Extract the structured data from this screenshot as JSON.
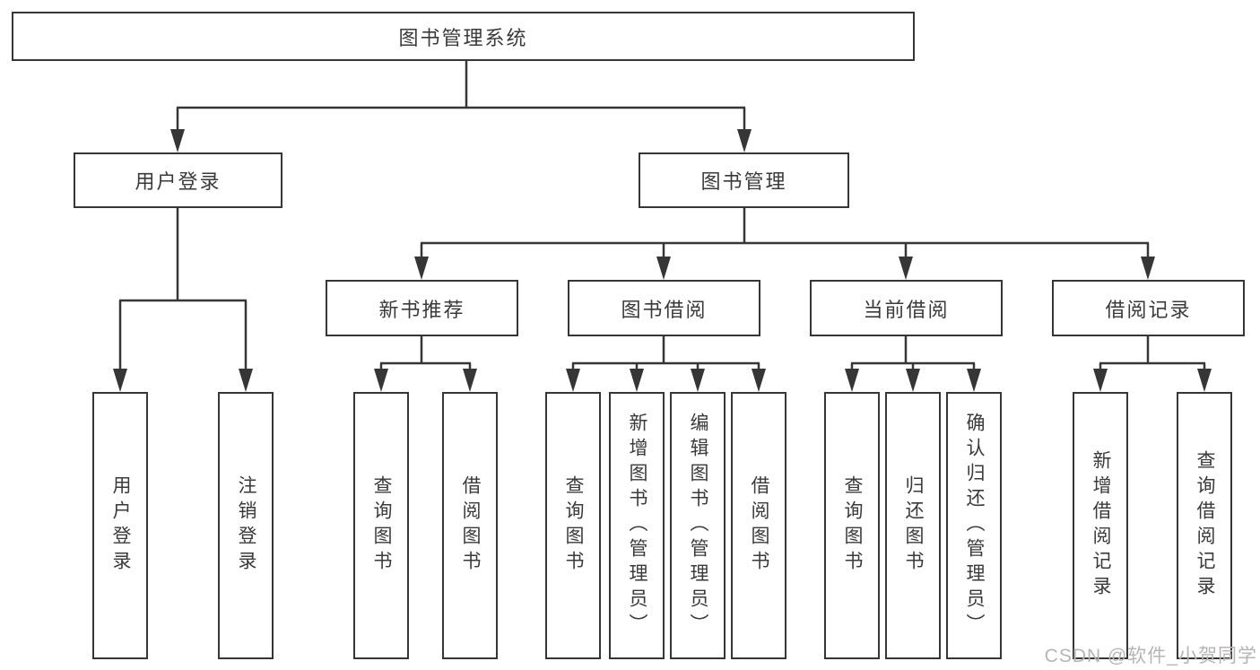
{
  "tree": {
    "root": "图书管理系统",
    "branches": [
      {
        "label": "用户登录",
        "children": [
          {
            "label": "用户登录"
          },
          {
            "label": "注销登录"
          }
        ]
      },
      {
        "label": "图书管理",
        "children": [
          {
            "label": "新书推荐",
            "children": [
              {
                "label": "查询图书"
              },
              {
                "label": "借阅图书"
              }
            ]
          },
          {
            "label": "图书借阅",
            "children": [
              {
                "label": "查询图书"
              },
              {
                "label": "新增图书（管理员）"
              },
              {
                "label": "编辑图书（管理员）"
              },
              {
                "label": "借阅图书"
              }
            ]
          },
          {
            "label": "当前借阅",
            "children": [
              {
                "label": "查询图书"
              },
              {
                "label": "归还图书"
              },
              {
                "label": "确认归还（管理员）"
              }
            ]
          },
          {
            "label": "借阅记录",
            "children": [
              {
                "label": "新增借阅记录"
              },
              {
                "label": "查询借阅记录"
              }
            ]
          }
        ]
      }
    ]
  },
  "watermark": {
    "text": "CSDN @软件_小贺同学"
  },
  "colors": {
    "line": "#363636",
    "text": "#3a3a3a",
    "watermark": "#b9b4b4",
    "background": "#ffffff"
  }
}
